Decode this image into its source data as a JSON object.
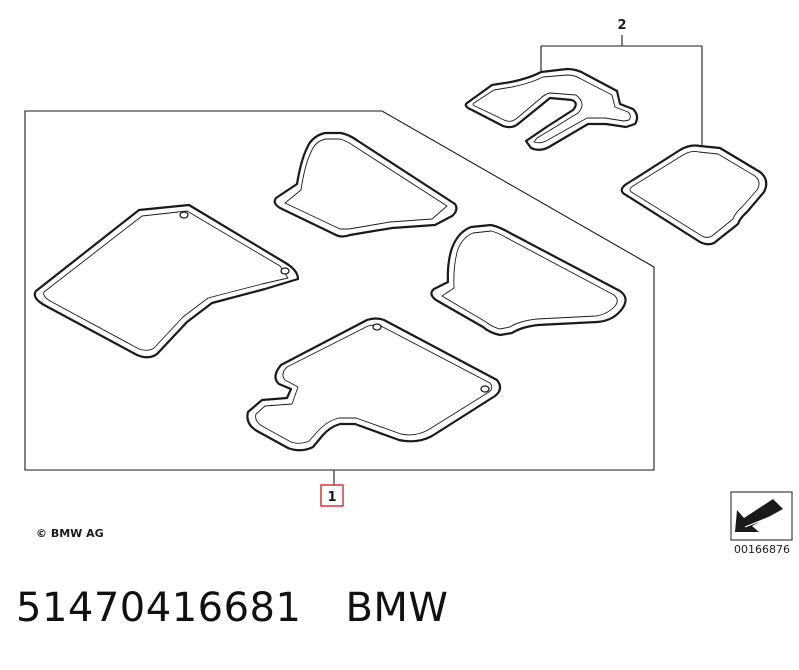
{
  "callouts": {
    "item_1": "1",
    "item_2": "2"
  },
  "copyright": "© BMW AG",
  "reference_number": "00166876",
  "part_number": "51470416681",
  "brand": "BMW",
  "colors": {
    "line": "#1a1a1a",
    "callout_highlight": "#d9262e",
    "background": "#ffffff"
  },
  "icons": {
    "orientation": "direction-arrow-icon"
  }
}
